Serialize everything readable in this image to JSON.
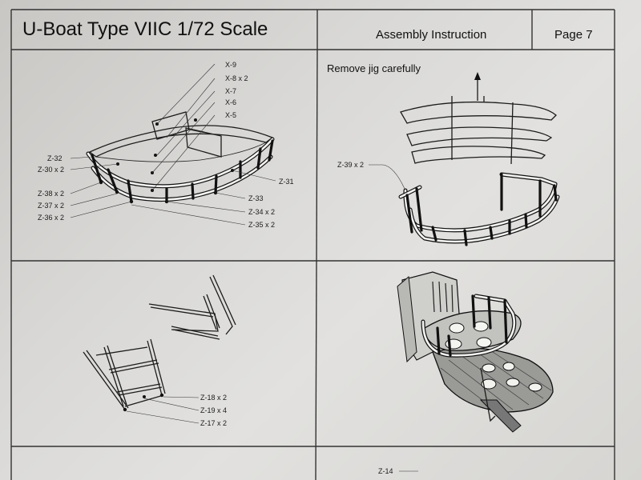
{
  "header": {
    "title": "U-Boat Type VIIC 1/72 Scale",
    "section": "Assembly Instruction",
    "page": "Page 7"
  },
  "panel_1": {
    "labels_top": [
      "X-9",
      "X-8 x 2",
      "X-7",
      "X-6",
      "X-5"
    ],
    "labels_left": [
      "Z-32",
      "Z-30 x 2",
      "Z-38 x 2",
      "Z-37 x 2",
      "Z-36 x 2"
    ],
    "labels_right": [
      "Z-31",
      "Z-33",
      "Z-34 x 2",
      "Z-35 x 2"
    ]
  },
  "panel_2": {
    "note": "Remove jig carefully",
    "label": "Z-39 x 2"
  },
  "panel_3": {
    "labels": [
      "Z-18 x 2",
      "Z-19 x 4",
      "Z-17 x 2"
    ]
  },
  "panel_5": {
    "label": "Z-14"
  },
  "colors": {
    "paper": "#e0dfdc",
    "ink": "#111111",
    "grid_line": "#333333"
  }
}
